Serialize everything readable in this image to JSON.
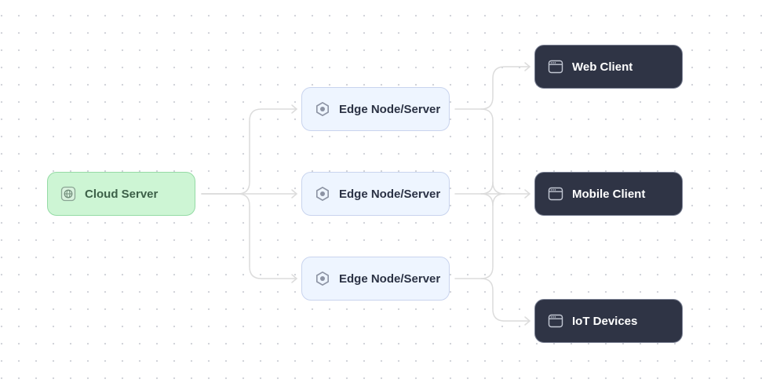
{
  "diagram": {
    "source": {
      "label": "Cloud Server",
      "icon": "globe-icon",
      "color": "#cdf5d4"
    },
    "edge_nodes": [
      {
        "label": "Edge Node/Server",
        "icon": "hexagon-icon"
      },
      {
        "label": "Edge Node/Server",
        "icon": "hexagon-icon"
      },
      {
        "label": "Edge Node/Server",
        "icon": "hexagon-icon"
      }
    ],
    "clients": [
      {
        "label": "Web Client",
        "icon": "browser-window-icon"
      },
      {
        "label": "Mobile Client",
        "icon": "browser-window-icon"
      },
      {
        "label": "IoT Devices",
        "icon": "browser-window-icon"
      }
    ],
    "connections": [
      {
        "from": "Cloud Server",
        "to": "edge_nodes.0"
      },
      {
        "from": "Cloud Server",
        "to": "edge_nodes.1"
      },
      {
        "from": "Cloud Server",
        "to": "edge_nodes.2"
      },
      {
        "from": "edge_nodes",
        "to": "clients.0"
      },
      {
        "from": "edge_nodes",
        "to": "clients.1"
      },
      {
        "from": "edge_nodes",
        "to": "clients.2"
      }
    ],
    "colors": {
      "edge_node_fill": "#eef5ff",
      "client_fill": "#2f3445",
      "connector": "#dcdcdc"
    }
  }
}
